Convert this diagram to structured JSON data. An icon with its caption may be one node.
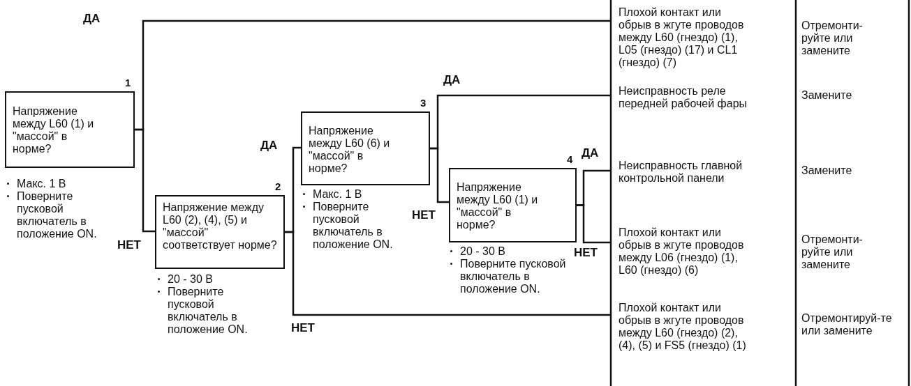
{
  "diagram": {
    "nodes": [
      {
        "text": [
          "Напряжение между L60 (1) и \"массой\" в норме?"
        ],
        "beside": [
          "1",
          "Макс. 1 В",
          "Поверните пусковой включатель в положение ON."
        ]
      },
      {
        "text": [
          "Напряжение между L60 (2), (4), (5) и \"массой\" соответствует норме?"
        ],
        "beside": [
          "2",
          "20 - 30 В",
          "Поверните пусковой включатель в положение ON."
        ]
      },
      {
        "text": [
          "Напряжение между L60 (6) и \"массой\" в норме?"
        ],
        "beside": [
          "3",
          "Макс. 1 В",
          "Поверните пусковой включатель в положение ON."
        ]
      },
      {
        "text": [
          "Напряжение между L60 (1) и \"массой\" в норме?"
        ],
        "beside": [
          "4",
          "20 - 30 В",
          "Поверните пусковой включатель в положение ON."
        ]
      },
      {
        "text": [
          "Плохой контакт или обрыв в жгуте проводов между L60 (гнездо) (1), L05 (гнездо) (17) и CL1 (гнездо) (7)"
        ]
      },
      {
        "text": [
          "Неисправность реле передней рабочей фары"
        ]
      },
      {
        "text": [
          "Неисправность главной контрольной панели"
        ]
      },
      {
        "text": [
          "Плохой контакт или обрыв в жгуте проводов между L06 (гнездо) (1), L60 (гнездо) (6)"
        ]
      },
      {
        "text": [
          "Плохой контакт или обрыв в жгуте проводов между L60 (гнездо) (2), (4), (5) и FS5 (гнездо) (1)"
        ]
      }
    ],
    "edges": [
      {
        "from": 0,
        "to": 4,
        "arrow": "none",
        "label": "ДА"
      },
      {
        "from": 0,
        "to": 1,
        "arrow": "none",
        "label": "НЕТ"
      },
      {
        "from": 1,
        "to": 2,
        "arrow": "none",
        "label": "ДА"
      },
      {
        "from": 1,
        "to": 8,
        "arrow": "none",
        "label": "НЕТ"
      },
      {
        "from": 2,
        "to": 5,
        "arrow": "none",
        "label": "ДА"
      },
      {
        "from": 2,
        "to": 3,
        "arrow": "none",
        "label": "НЕТ"
      },
      {
        "from": 3,
        "to": 6,
        "arrow": "none",
        "label": "ДА"
      },
      {
        "from": 3,
        "to": 7,
        "arrow": "none",
        "label": "НЕТ"
      }
    ],
    "labels": [
      "Отремонти-руйте или замените",
      "Замените",
      "Замените",
      "Отремонти-руйте или замените",
      "Отремонтируй-те или замените"
    ]
  }
}
